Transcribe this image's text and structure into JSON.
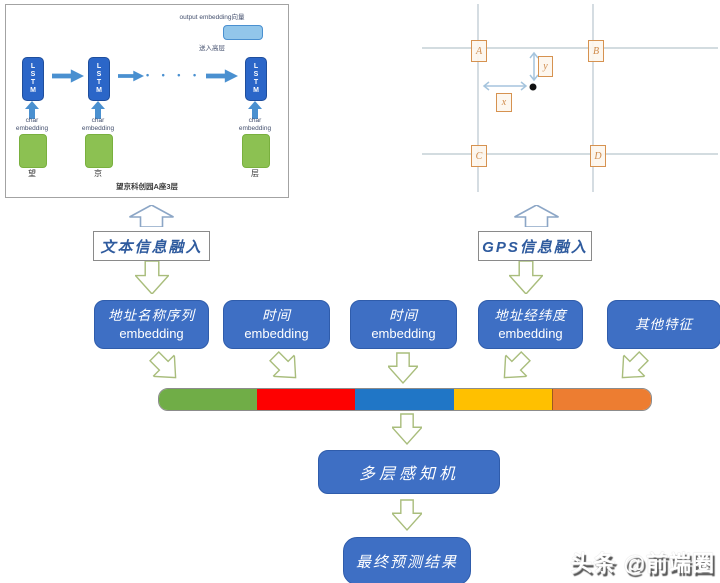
{
  "palette": {
    "box_blue": "#3e6fc4",
    "lstm_blue": "#2b66c8",
    "light_blue_fill": "#92c6ea",
    "green_fill": "#8cc152",
    "solid_arrow_blue": "#4a90d0",
    "hollow_up_stroke": "#8ca6c6",
    "hollow_down_stroke": "#a9bd7c",
    "grid_line": "#b9c6ce",
    "double_arrow": "#a5c4dd",
    "bar": [
      "#70ad47",
      "#fe0101",
      "#2076c6",
      "#ffc000",
      "#ed7d31"
    ]
  },
  "inset": {
    "columns": [
      {
        "lstm": "LSTM",
        "char_label": "char embedding",
        "char": "望"
      },
      {
        "lstm": "LSTM",
        "char_label": "char embedding",
        "char": "京"
      },
      {
        "lstm": "LSTM",
        "char_label": "char embedding",
        "char": "层"
      }
    ],
    "dots": "• • • • •",
    "output_label": "output embedding向量",
    "output_sub_label": "送入高层",
    "caption": "望京科创园A座3层"
  },
  "grid": {
    "corner_a": "A",
    "corner_b": "B",
    "corner_c": "C",
    "corner_d": "D",
    "x_label": "x",
    "y_label": "y"
  },
  "fusion": {
    "text_label": "文本信息融入",
    "gps_label": "GPS信息融入"
  },
  "embeddings": [
    {
      "line1": "地址名称序列",
      "line2": "embedding"
    },
    {
      "line1": "时间",
      "line2": "embedding"
    },
    {
      "line1": "时间",
      "line2": "embedding"
    },
    {
      "line1": "地址经纬度",
      "line2": "embedding"
    },
    {
      "line1": "其他特征",
      "line2": ""
    }
  ],
  "mlp": {
    "label": "多层感知机"
  },
  "result": {
    "label": "最终预测结果"
  },
  "watermark": {
    "text": "头条 @前端圈"
  }
}
